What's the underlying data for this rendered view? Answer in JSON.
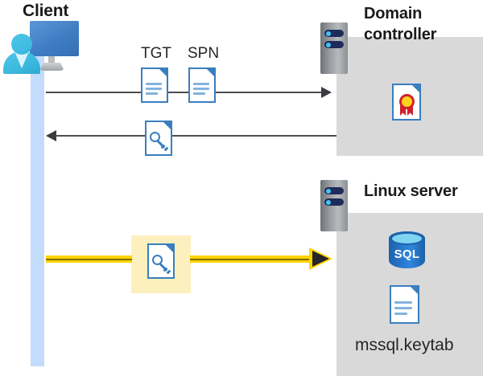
{
  "diagram": {
    "title": "Kerberos authentication flow: Client, Domain controller, Linux server",
    "type": "sequence-diagram"
  },
  "actors": {
    "client": {
      "label": "Client",
      "icon": "user-with-monitor-icon"
    },
    "domain_controller": {
      "label": "Domain\ncontroller",
      "label_line1": "Domain",
      "label_line2": "controller",
      "icon": "server-rack-icon",
      "contents": [
        {
          "name": "certificate-document",
          "icon": "certificate-document-icon",
          "label": ""
        }
      ]
    },
    "linux_server": {
      "label": "Linux server",
      "icon": "server-rack-icon",
      "contents": [
        {
          "name": "sql-database",
          "icon": "sql-database-icon",
          "label": "SQL"
        },
        {
          "name": "keytab-file",
          "icon": "document-icon",
          "label": "mssql.keytab"
        }
      ]
    }
  },
  "messages": [
    {
      "id": "request",
      "direction": "right",
      "from": "client",
      "to": "domain_controller",
      "artifacts": [
        {
          "label": "TGT",
          "icon": "document-icon"
        },
        {
          "label": "SPN",
          "icon": "document-icon"
        }
      ]
    },
    {
      "id": "response",
      "direction": "left",
      "from": "domain_controller",
      "to": "client",
      "artifacts": [
        {
          "label": "",
          "icon": "key-document-icon"
        }
      ]
    },
    {
      "id": "service-ticket",
      "direction": "right",
      "from": "client",
      "to": "linux_server",
      "highlighted": true,
      "artifacts": [
        {
          "label": "",
          "icon": "key-document-icon"
        }
      ]
    }
  ],
  "labels": {
    "tgt": "TGT",
    "spn": "SPN",
    "sql": "SQL",
    "keytab": "mssql.keytab"
  },
  "colors": {
    "container_gray": "#d9d9d9",
    "lifeline_blue": "#c3dcfb",
    "document_blue": "#3a7ebf",
    "highlight_yellow": "#fdf0bf",
    "arrow_yellow": "#ffd500",
    "arrow_gray": "#4c4c51",
    "sql_blue": "#2a7ad2",
    "certificate_red": "#d0202a",
    "certificate_gold": "#ffd21e",
    "text_dark": "#1a1a1a"
  }
}
